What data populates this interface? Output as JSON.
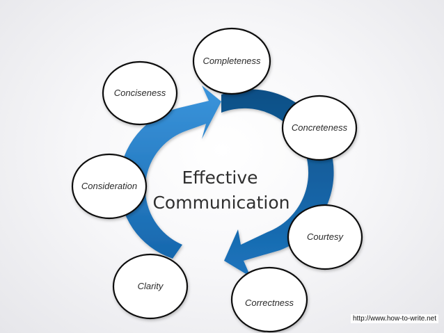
{
  "diagram": {
    "center": {
      "line1": "Effective",
      "line2": "Communication"
    },
    "nodes": {
      "completeness": "Completeness",
      "conciseness": "Conciseness",
      "concreteness": "Concreteness",
      "consideration": "Consideration",
      "courtesy": "Courtesy",
      "clarity": "Clarity",
      "correctness": "Correctness"
    },
    "colors": {
      "arrow_light": "#2f86cf",
      "arrow_dark": "#0f5b97",
      "node_border": "#111111",
      "node_fill": "#ffffff"
    }
  },
  "source_url": "http://www.how-to-write.net"
}
